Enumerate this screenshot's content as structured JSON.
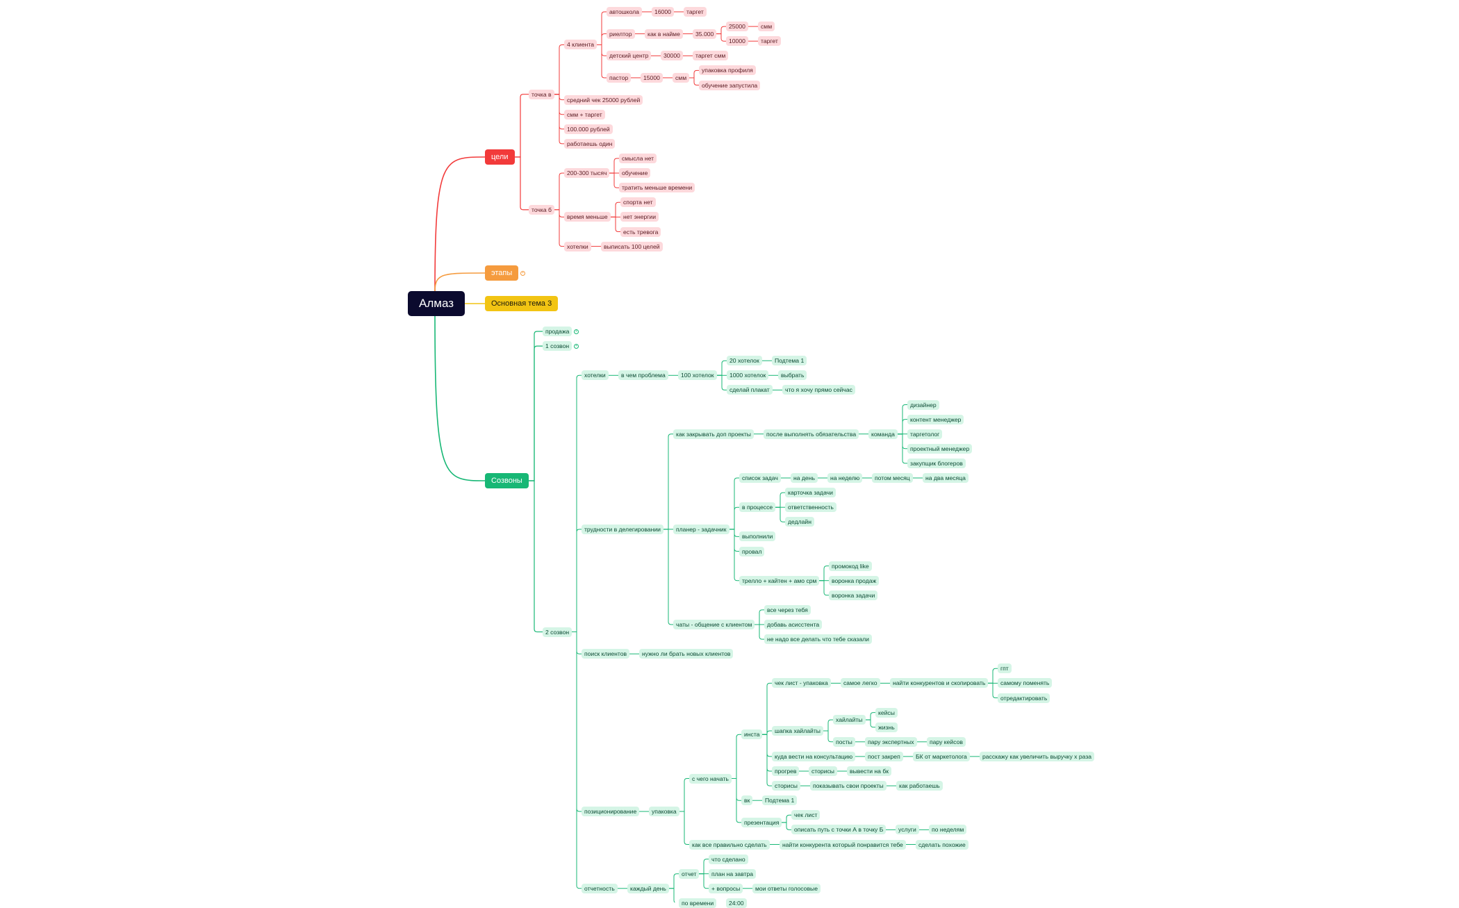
{
  "colors": {
    "root_bg": "#0b0a2e",
    "goals": "#f23a3a",
    "stages": "#f59b3e",
    "topic3": "#f2c413",
    "calls": "#17b775",
    "red_node_bg": "#fdd9dc",
    "green_node_bg": "#d5f5e6"
  },
  "mindmap": {
    "label": "Алмаз",
    "children": [
      {
        "label": "цели",
        "style": "red",
        "children": [
          {
            "label": "точка в",
            "children": [
              {
                "label": "4 клиента",
                "children": [
                  {
                    "label": "автошкола",
                    "children": [
                      {
                        "label": "16000",
                        "children": [
                          {
                            "label": "таргет"
                          }
                        ]
                      }
                    ]
                  },
                  {
                    "label": "риелтор",
                    "children": [
                      {
                        "label": "как в найме",
                        "children": [
                          {
                            "label": "35.000",
                            "children": [
                              {
                                "label": "25000",
                                "children": [
                                  {
                                    "label": "смм"
                                  }
                                ]
                              },
                              {
                                "label": "10000",
                                "children": [
                                  {
                                    "label": "таргет"
                                  }
                                ]
                              }
                            ]
                          }
                        ]
                      }
                    ]
                  },
                  {
                    "label": "детский центр",
                    "children": [
                      {
                        "label": "30000",
                        "children": [
                          {
                            "label": "таргет смм"
                          }
                        ]
                      }
                    ]
                  },
                  {
                    "label": "пастор",
                    "children": [
                      {
                        "label": "15000",
                        "children": [
                          {
                            "label": "смм",
                            "children": [
                              {
                                "label": "упаковка профиля"
                              },
                              {
                                "label": "обучение запустила"
                              }
                            ]
                          }
                        ]
                      }
                    ]
                  }
                ]
              },
              {
                "label": "средний чек 25000 рублей"
              },
              {
                "label": "смм + таргет"
              },
              {
                "label": "100.000 рублей"
              },
              {
                "label": "работаешь один"
              }
            ]
          },
          {
            "label": "точка б",
            "children": [
              {
                "label": "200-300 тысяч",
                "children": [
                  {
                    "label": "смысла нет"
                  },
                  {
                    "label": "обучение"
                  },
                  {
                    "label": "тратить меньше времени"
                  }
                ]
              },
              {
                "label": "время меньше",
                "children": [
                  {
                    "label": "спорта нет"
                  },
                  {
                    "label": "нет энергии"
                  },
                  {
                    "label": "есть тревога"
                  }
                ]
              },
              {
                "label": "хотелки",
                "children": [
                  {
                    "label": "выписать 100 целей"
                  }
                ]
              }
            ]
          }
        ]
      },
      {
        "label": "этапы",
        "style": "orange",
        "collapsed": "+"
      },
      {
        "label": "Основная тема 3",
        "style": "yellow"
      },
      {
        "label": "Созвоны",
        "style": "green",
        "children": [
          {
            "label": "продажа",
            "collapsed": "+"
          },
          {
            "label": "1 созвон",
            "collapsed": "+"
          },
          {
            "label": "2 созвон",
            "children": [
              {
                "label": "хотелки",
                "children": [
                  {
                    "label": "в чем проблема",
                    "children": [
                      {
                        "label": "100 хотелок",
                        "children": [
                          {
                            "label": "20 хотелок",
                            "children": [
                              {
                                "label": "Подтема 1"
                              }
                            ]
                          },
                          {
                            "label": "1000 хотелок",
                            "children": [
                              {
                                "label": "выбрать"
                              }
                            ]
                          },
                          {
                            "label": "сделай плакат",
                            "children": [
                              {
                                "label": "что я хочу прямо сейчас"
                              }
                            ]
                          }
                        ]
                      }
                    ]
                  }
                ]
              },
              {
                "label": "трудности в делегировании",
                "children": [
                  {
                    "label": "как закрывать доп проекты",
                    "children": [
                      {
                        "label": "после выполнять обязательства",
                        "children": [
                          {
                            "label": "команда",
                            "children": [
                              {
                                "label": "дизайнер"
                              },
                              {
                                "label": "контент менеджер"
                              },
                              {
                                "label": "таргетолог"
                              },
                              {
                                "label": "проектный менеджер"
                              },
                              {
                                "label": "закупщик блогеров"
                              }
                            ]
                          }
                        ]
                      }
                    ]
                  },
                  {
                    "label": "планер - задачник",
                    "children": [
                      {
                        "label": "список задач",
                        "children": [
                          {
                            "label": "на день",
                            "children": [
                              {
                                "label": "на неделю",
                                "children": [
                                  {
                                    "label": "потом месяц",
                                    "children": [
                                      {
                                        "label": "на два месяца"
                                      }
                                    ]
                                  }
                                ]
                              }
                            ]
                          }
                        ]
                      },
                      {
                        "label": "в процессе",
                        "children": [
                          {
                            "label": "карточка задачи"
                          },
                          {
                            "label": "ответственность"
                          },
                          {
                            "label": "дедлайн"
                          }
                        ]
                      },
                      {
                        "label": "выполнили"
                      },
                      {
                        "label": "провал"
                      },
                      {
                        "label": "трелло + кайтен + амо срм",
                        "children": [
                          {
                            "label": "промокод like"
                          },
                          {
                            "label": "воронка продаж"
                          },
                          {
                            "label": "воронка задачи"
                          }
                        ]
                      }
                    ]
                  },
                  {
                    "label": "чаты - общение с клиентом",
                    "children": [
                      {
                        "label": "все через тебя"
                      },
                      {
                        "label": "добавь асисстента"
                      },
                      {
                        "label": "не надо все делать что тебе сказали"
                      }
                    ]
                  }
                ]
              },
              {
                "label": "поиск клиентов",
                "children": [
                  {
                    "label": "нужно ли брать новых клиентов"
                  }
                ]
              },
              {
                "label": "позиционирование",
                "children": [
                  {
                    "label": "упаковка",
                    "children": [
                      {
                        "label": "с чего начать",
                        "children": [
                          {
                            "label": "инста",
                            "children": [
                              {
                                "label": "чек лист - упаковка",
                                "children": [
                                  {
                                    "label": "самое легко",
                                    "children": [
                                      {
                                        "label": "найти конкурентов и скопировать",
                                        "children": [
                                          {
                                            "label": "гпт"
                                          },
                                          {
                                            "label": "самому поменять"
                                          },
                                          {
                                            "label": "отредактировать"
                                          }
                                        ]
                                      }
                                    ]
                                  }
                                ]
                              },
                              {
                                "label": "шапка хайлайты",
                                "children": [
                                  {
                                    "label": "хайлайты",
                                    "children": [
                                      {
                                        "label": "кейсы"
                                      },
                                      {
                                        "label": "жизнь"
                                      }
                                    ]
                                  },
                                  {
                                    "label": "посты",
                                    "children": [
                                      {
                                        "label": "пару экспертных",
                                        "children": [
                                          {
                                            "label": "пару кейсов"
                                          }
                                        ]
                                      }
                                    ]
                                  }
                                ]
                              },
                              {
                                "label": "куда вести на консультацию",
                                "children": [
                                  {
                                    "label": "пост закреп",
                                    "children": [
                                      {
                                        "label": "БК от маркетолога",
                                        "children": [
                                          {
                                            "label": "расскажу как увеличить выручку х раза"
                                          }
                                        ]
                                      }
                                    ]
                                  }
                                ]
                              },
                              {
                                "label": "прогрев",
                                "children": [
                                  {
                                    "label": "сторисы",
                                    "children": [
                                      {
                                        "label": "вывести на бк"
                                      }
                                    ]
                                  }
                                ]
                              },
                              {
                                "label": "сторисы",
                                "children": [
                                  {
                                    "label": "показывать свои проекты",
                                    "children": [
                                      {
                                        "label": "как работаешь"
                                      }
                                    ]
                                  }
                                ]
                              }
                            ]
                          },
                          {
                            "label": "вк",
                            "children": [
                              {
                                "label": "Подтема 1"
                              }
                            ]
                          },
                          {
                            "label": "презентация",
                            "children": [
                              {
                                "label": "чек лист"
                              },
                              {
                                "label": "описать путь с точки А в точку Б",
                                "children": [
                                  {
                                    "label": "услуги",
                                    "children": [
                                      {
                                        "label": "по неделям"
                                      }
                                    ]
                                  }
                                ]
                              }
                            ]
                          }
                        ]
                      },
                      {
                        "label": "как все правильно сделать",
                        "children": [
                          {
                            "label": "найти конкурента который понравится тебе",
                            "children": [
                              {
                                "label": "сделать похожие"
                              }
                            ]
                          }
                        ]
                      }
                    ]
                  }
                ]
              },
              {
                "label": "отчетность",
                "children": [
                  {
                    "label": "каждый день",
                    "children": [
                      {
                        "label": "отчет",
                        "children": [
                          {
                            "label": "что сделано"
                          },
                          {
                            "label": "план на завтра"
                          },
                          {
                            "label": "+ вопросы",
                            "children": [
                              {
                                "label": "мои ответы голосовые"
                              }
                            ]
                          }
                        ]
                      },
                      {
                        "label": "по времени",
                        "children": [
                          {
                            "label": "24:00"
                          }
                        ]
                      }
                    ]
                  }
                ]
              }
            ]
          }
        ]
      }
    ]
  }
}
